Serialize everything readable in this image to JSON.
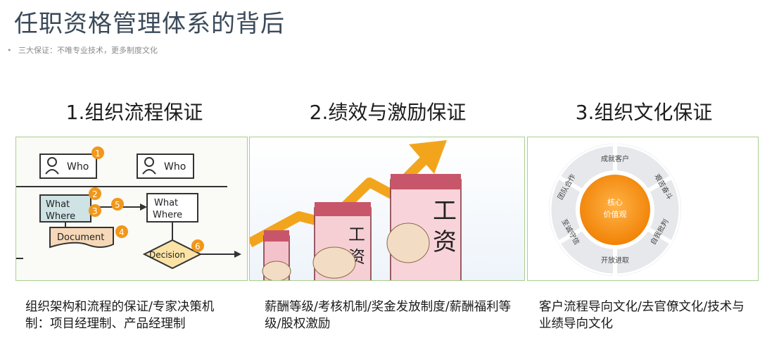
{
  "page": {
    "title": "任职资格管理体系的背后",
    "bullet": "三大保证：不唯专业技术，更多制度文化"
  },
  "columns": [
    {
      "heading": "1.组织流程保证",
      "description": "组织架构和流程的保证/专家决策机制：项目经理制、产品经理制",
      "diagram": {
        "who_left": "Who",
        "who_right": "Who",
        "what_left": "What",
        "where_left": "Where",
        "what_right": "What",
        "where_right": "Where",
        "document": "Document",
        "decision": "Decision",
        "n1": "1",
        "n2": "2",
        "n3": "3",
        "n4": "4",
        "n5": "5",
        "n6": "6"
      }
    },
    {
      "heading": "2.绩效与激励保证",
      "description": "薪酬等级/考核机制/奖金发放制度/薪酬福利等级/股权激励",
      "illustration": {
        "label_gong": "工",
        "label_zi": "资"
      }
    },
    {
      "heading": "3.组织文化保证",
      "description": "客户流程导向文化/去官僚文化/技术与业绩导向文化",
      "wheel": {
        "center_line1": "核心",
        "center_line2": "价值观",
        "segments": [
          "成就客户",
          "艰苦奋斗",
          "自我批判",
          "开放进取",
          "至诚守信",
          "团队合作"
        ]
      }
    }
  ],
  "colors": {
    "panel_border": "#a9cf8f",
    "accent_orange": "#f0971c",
    "title_color": "#3b4a5a"
  }
}
